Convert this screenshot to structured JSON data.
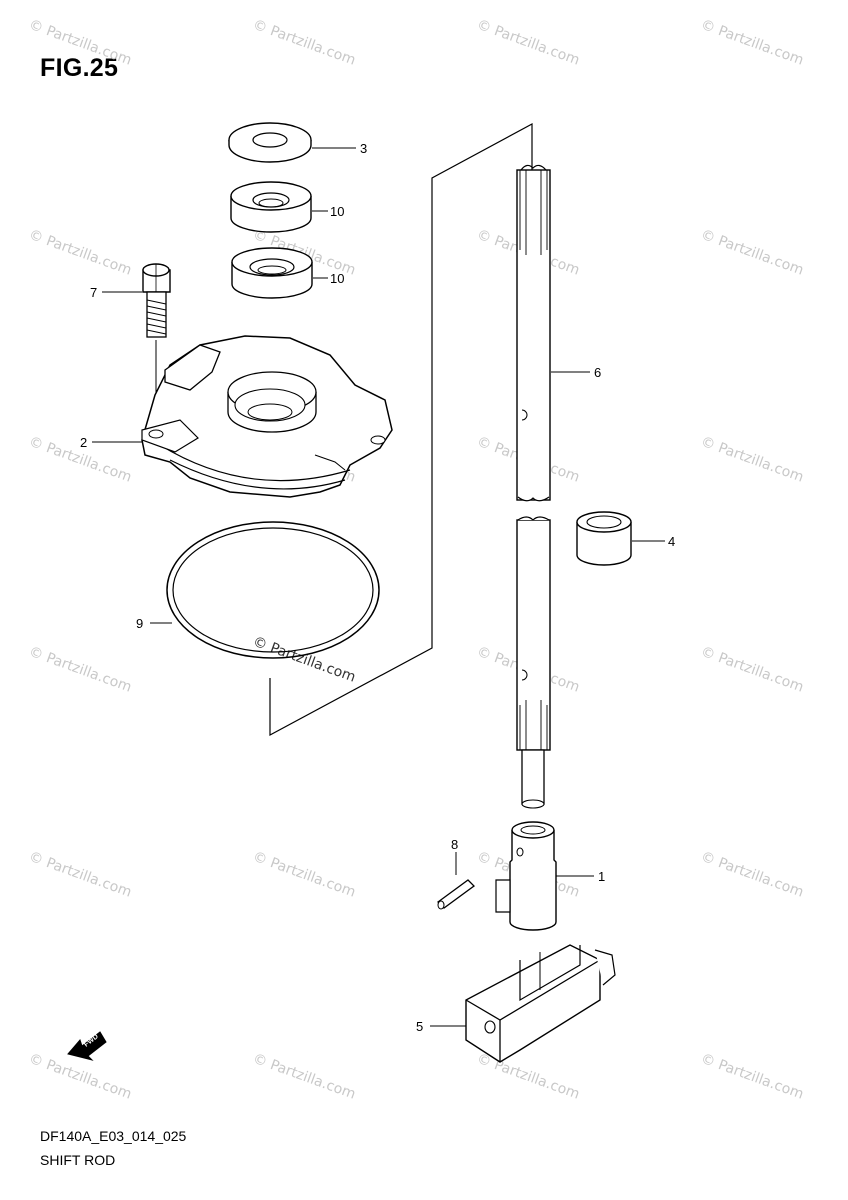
{
  "figure": {
    "title": "FIG.25",
    "diagram_code": "DF140A_E03_014_025",
    "diagram_name": "SHIFT ROD"
  },
  "watermark": {
    "text": "© Partzilla.com",
    "center_text": "© Partzilla.com"
  },
  "callouts": {
    "c1": "1",
    "c2": "2",
    "c3": "3",
    "c4": "4",
    "c5": "5",
    "c6": "6",
    "c7": "7",
    "c8": "8",
    "c9": "9",
    "c10a": "10",
    "c10b": "10"
  },
  "fwd_arrow": {
    "label": "FWD",
    "icon": "fwd-arrow-icon"
  }
}
